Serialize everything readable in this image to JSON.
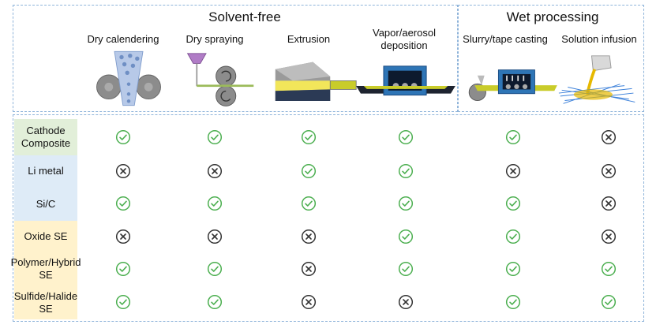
{
  "groups": {
    "solvent_free": "Solvent-free",
    "wet": "Wet processing"
  },
  "methods": [
    {
      "label": "Dry calendering",
      "illustration": "dry-calendering-illustration"
    },
    {
      "label": "Dry spraying",
      "illustration": "dry-spraying-illustration"
    },
    {
      "label": "Extrusion",
      "illustration": "extrusion-illustration"
    },
    {
      "label": "Vapor/aerosol deposition",
      "illustration": "vapor-deposition-illustration"
    },
    {
      "label": "Slurry/tape casting",
      "illustration": "slurry-casting-illustration"
    },
    {
      "label": "Solution infusion",
      "illustration": "solution-infusion-illustration"
    }
  ],
  "rows": [
    {
      "label": "Cathode Composite",
      "color": "#e2efd9",
      "cells": [
        "check",
        "check",
        "check",
        "check",
        "check",
        "cross"
      ]
    },
    {
      "label": "Li metal",
      "color": "#deebf7",
      "cells": [
        "cross",
        "cross",
        "check",
        "check",
        "cross",
        "cross"
      ]
    },
    {
      "label": "Si/C",
      "color": "#deebf7",
      "cells": [
        "check",
        "check",
        "check",
        "check",
        "check",
        "cross"
      ]
    },
    {
      "label": "Oxide SE",
      "color": "#fff2cc",
      "cells": [
        "cross",
        "cross",
        "cross",
        "check",
        "check",
        "cross"
      ]
    },
    {
      "label": "Polymer/Hybrid SE",
      "color": "#fff2cc",
      "cells": [
        "check",
        "check",
        "cross",
        "check",
        "check",
        "check"
      ]
    },
    {
      "label": "Sulfide/Halide SE",
      "color": "#fff2cc",
      "cells": [
        "check",
        "check",
        "cross",
        "cross",
        "check",
        "check"
      ]
    }
  ],
  "colors": {
    "check": "#4caf50",
    "cross": "#333333",
    "border": "#8fb4da"
  },
  "icons": {
    "check": "check-circle-icon",
    "cross": "cross-circle-icon"
  }
}
